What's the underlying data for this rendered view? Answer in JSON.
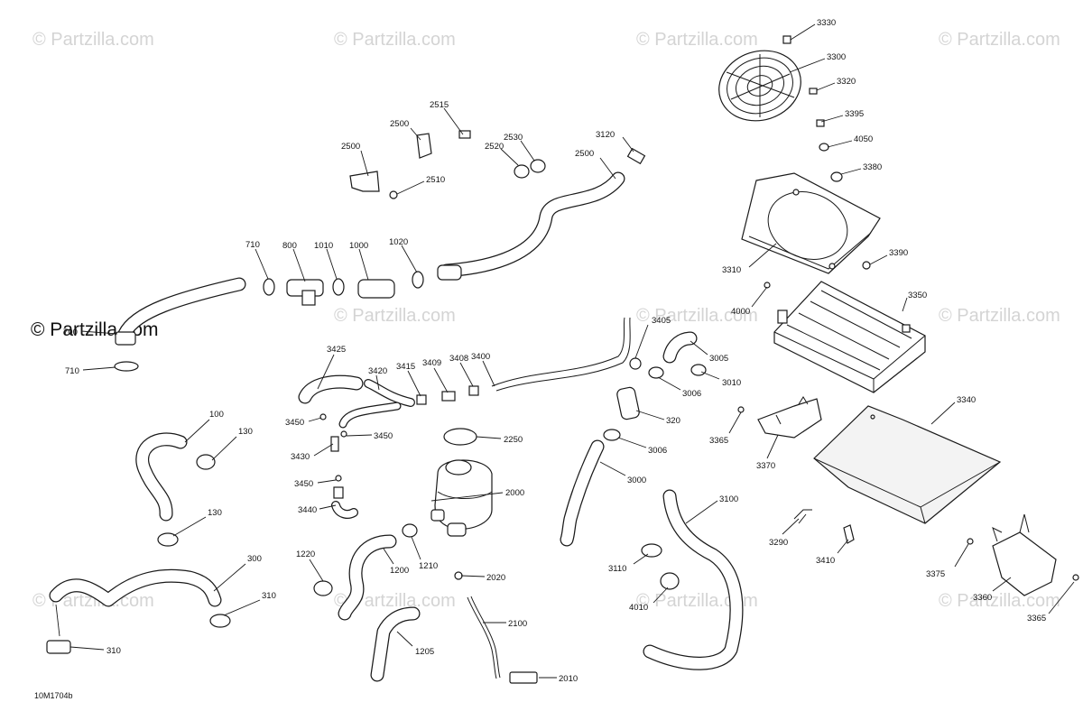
{
  "watermark": {
    "text": "© Partzilla.com"
  },
  "figure_ref": "10M1704b",
  "callouts": [
    {
      "id": "c3330",
      "label": "3330"
    },
    {
      "id": "c3300",
      "label": "3300"
    },
    {
      "id": "c3320",
      "label": "3320"
    },
    {
      "id": "c3395",
      "label": "3395"
    },
    {
      "id": "c4050",
      "label": "4050"
    },
    {
      "id": "c3380",
      "label": "3380"
    },
    {
      "id": "c3390",
      "label": "3390"
    },
    {
      "id": "c3310",
      "label": "3310"
    },
    {
      "id": "c4000",
      "label": "4000"
    },
    {
      "id": "c3350",
      "label": "3350"
    },
    {
      "id": "c3340",
      "label": "3340"
    },
    {
      "id": "c3365a",
      "label": "3365"
    },
    {
      "id": "c3370",
      "label": "3370"
    },
    {
      "id": "c3290",
      "label": "3290"
    },
    {
      "id": "c3410",
      "label": "3410"
    },
    {
      "id": "c3375",
      "label": "3375"
    },
    {
      "id": "c3360",
      "label": "3360"
    },
    {
      "id": "c3365b",
      "label": "3365"
    },
    {
      "id": "c2515",
      "label": "2515"
    },
    {
      "id": "c2500a",
      "label": "2500"
    },
    {
      "id": "c2500b",
      "label": "2500"
    },
    {
      "id": "c2510",
      "label": "2510"
    },
    {
      "id": "c2530",
      "label": "2530"
    },
    {
      "id": "c2520",
      "label": "2520"
    },
    {
      "id": "c3120",
      "label": "3120"
    },
    {
      "id": "c2500c",
      "label": "2500"
    },
    {
      "id": "c710a",
      "label": "710"
    },
    {
      "id": "c800",
      "label": "800"
    },
    {
      "id": "c1010",
      "label": "1010"
    },
    {
      "id": "c1000",
      "label": "1000"
    },
    {
      "id": "c1020",
      "label": "1020"
    },
    {
      "id": "c700",
      "label": "700"
    },
    {
      "id": "c710b",
      "label": "710"
    },
    {
      "id": "c3405",
      "label": "3405"
    },
    {
      "id": "c3005",
      "label": "3005"
    },
    {
      "id": "c3010",
      "label": "3010"
    },
    {
      "id": "c3006a",
      "label": "3006"
    },
    {
      "id": "c320",
      "label": "320"
    },
    {
      "id": "c3006b",
      "label": "3006"
    },
    {
      "id": "c3000",
      "label": "3000"
    },
    {
      "id": "c3100",
      "label": "3100"
    },
    {
      "id": "c3110",
      "label": "3110"
    },
    {
      "id": "c4010",
      "label": "4010"
    },
    {
      "id": "c3425",
      "label": "3425"
    },
    {
      "id": "c3420",
      "label": "3420"
    },
    {
      "id": "c3415",
      "label": "3415"
    },
    {
      "id": "c3409",
      "label": "3409"
    },
    {
      "id": "c3408",
      "label": "3408"
    },
    {
      "id": "c3400",
      "label": "3400"
    },
    {
      "id": "c3450a",
      "label": "3450"
    },
    {
      "id": "c3450b",
      "label": "3450"
    },
    {
      "id": "c3430",
      "label": "3430"
    },
    {
      "id": "c3450c",
      "label": "3450"
    },
    {
      "id": "c3440",
      "label": "3440"
    },
    {
      "id": "c2250",
      "label": "2250"
    },
    {
      "id": "c2000",
      "label": "2000"
    },
    {
      "id": "c1220",
      "label": "1220"
    },
    {
      "id": "c1200",
      "label": "1200"
    },
    {
      "id": "c1210",
      "label": "1210"
    },
    {
      "id": "c2020",
      "label": "2020"
    },
    {
      "id": "c1205",
      "label": "1205"
    },
    {
      "id": "c2100",
      "label": "2100"
    },
    {
      "id": "c2010",
      "label": "2010"
    },
    {
      "id": "c100",
      "label": "100"
    },
    {
      "id": "c130a",
      "label": "130"
    },
    {
      "id": "c130b",
      "label": "130"
    },
    {
      "id": "c300",
      "label": "300"
    },
    {
      "id": "c310a",
      "label": "310"
    },
    {
      "id": "c310b",
      "label": "310"
    }
  ]
}
